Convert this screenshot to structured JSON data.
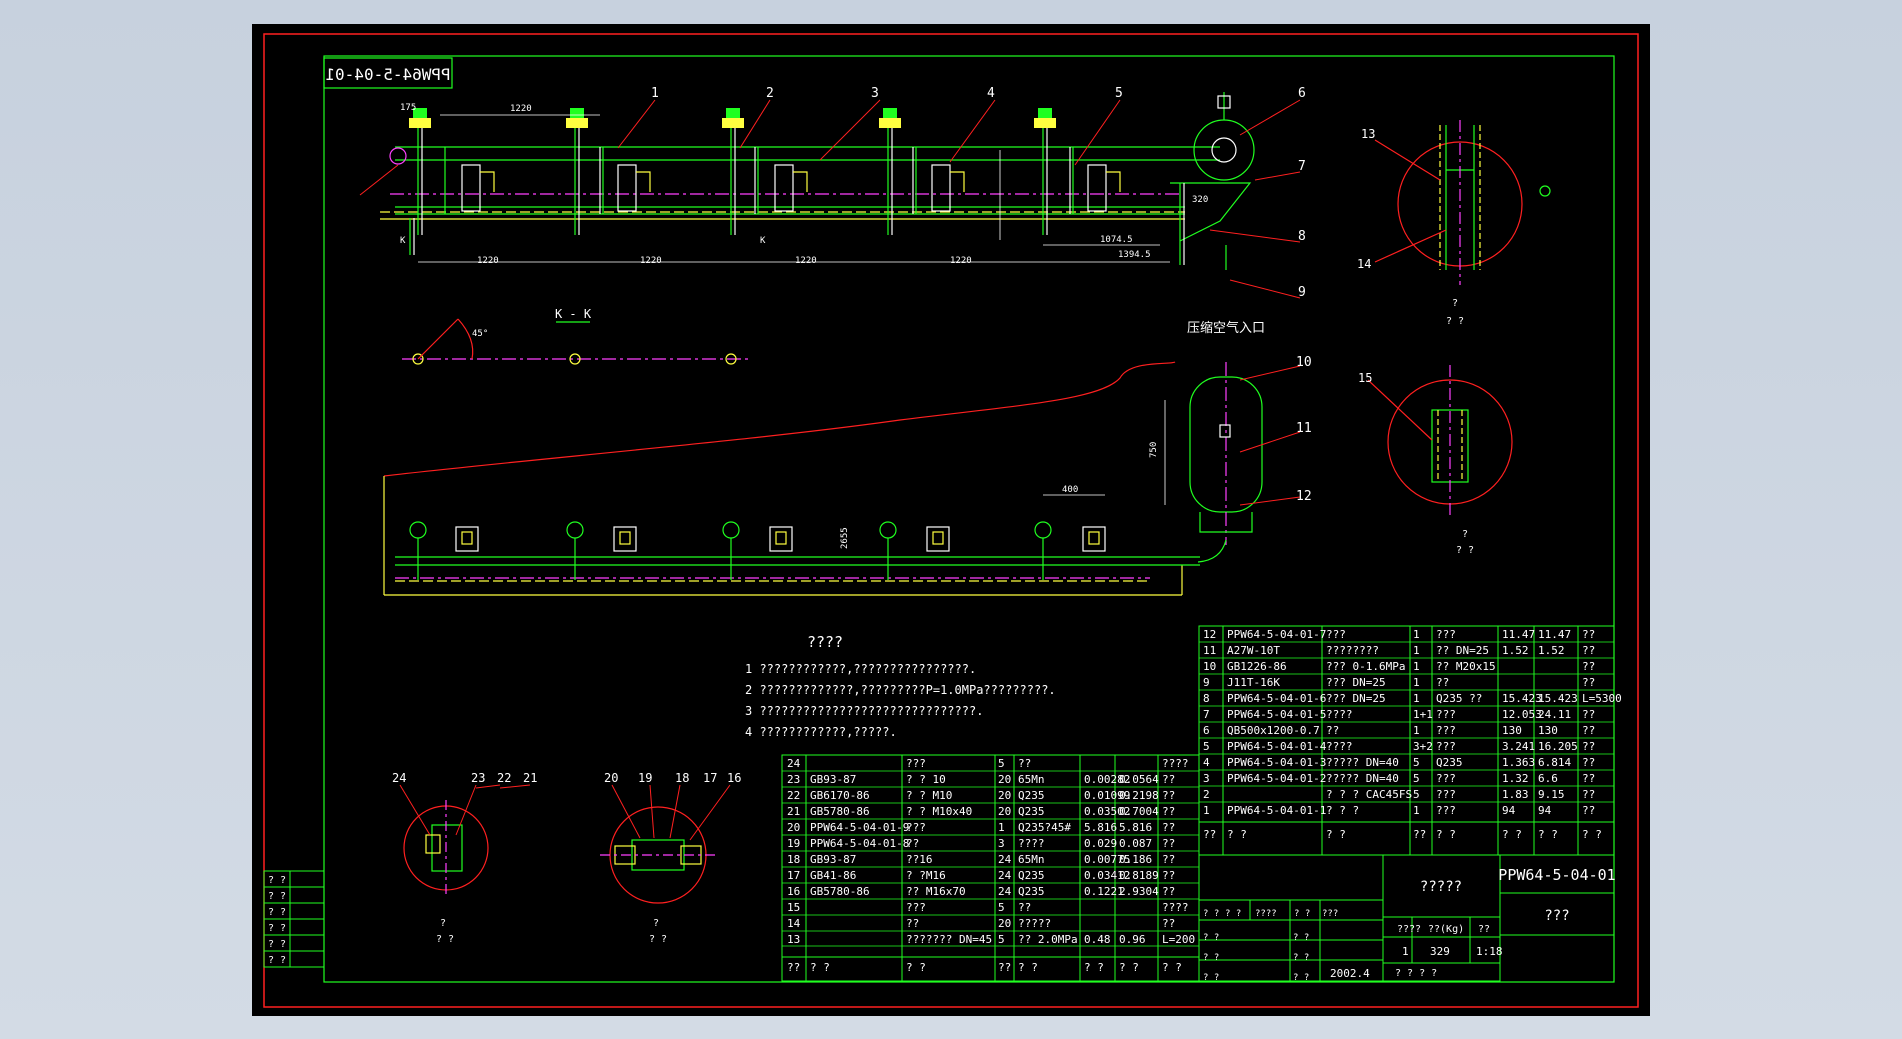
{
  "drawing": {
    "number": "PPW64-5-04-01",
    "mirrored_code": "PPW64-5-04-01"
  },
  "labels": {
    "air_inlet": "压缩空气入口",
    "section_kk": "K - K"
  },
  "notes": {
    "title": "????",
    "items": [
      "1   ????????????,????????????????.",
      "2   ?????????????,?????????P=1.0MPa?????????.",
      "3   ??????????????????????????????.",
      "4   ????????????,?????."
    ]
  },
  "bom_lower": [
    [
      "24",
      "",
      "???",
      "5",
      "??",
      "",
      "",
      "????"
    ],
    [
      "23",
      "GB93-87",
      "?  ?  10",
      "20",
      "65Mn",
      "0.00282",
      "0.0564",
      "??"
    ],
    [
      "22",
      "GB6170-86",
      "?  ?  M10",
      "20",
      "Q235",
      "0.01099",
      "0.2198",
      "??"
    ],
    [
      "21",
      "GB5780-86",
      "?  ?  M10x40",
      "20",
      "Q235",
      "0.03502",
      "0.7004",
      "??"
    ],
    [
      "20",
      "PPW64-5-04-01-9",
      "???",
      "1",
      "Q235?45#",
      "5.816",
      "5.816",
      "??"
    ],
    [
      "19",
      "PPW64-5-04-01-8",
      "??",
      "3",
      "????",
      "0.029",
      "0.087",
      "??"
    ],
    [
      "18",
      "GB93-87",
      "??16",
      "24",
      "65Mn",
      "0.00775",
      "0.186",
      "??"
    ],
    [
      "17",
      "GB41-86",
      "? ?M16",
      "24",
      "Q235",
      "0.03412",
      "0.8189",
      "??"
    ],
    [
      "16",
      "GB5780-86",
      "?? M16x70",
      "24",
      "Q235",
      "0.1221",
      "2.9304",
      "??"
    ],
    [
      "15",
      "",
      "???",
      "5",
      "??",
      "",
      "",
      "????"
    ],
    [
      "14",
      "",
      "??",
      "20",
      "?????",
      "",
      "",
      "??"
    ],
    [
      "13",
      "",
      "??????? DN=45",
      "5",
      "??  2.0MPa",
      "0.48",
      "0.96",
      "L=200"
    ]
  ],
  "bom_lower_header": [
    "??",
    "?    ?",
    "?    ?",
    "??",
    "?  ?",
    "?  ?",
    "?  ?",
    "? ?"
  ],
  "bom_upper": [
    [
      "12",
      "PPW64-5-04-01-7",
      "???",
      "1",
      "???",
      "11.47",
      "11.47",
      "??"
    ],
    [
      "11",
      "A27W-10T",
      "????????",
      "1",
      "?? DN=25",
      "1.52",
      "1.52",
      "??"
    ],
    [
      "10",
      "GB1226-86",
      "??? 0-1.6MPa",
      "1",
      "??  M20x15",
      "",
      "",
      "??"
    ],
    [
      "9",
      "J11T-16K",
      "??? DN=25",
      "1",
      "??",
      "",
      "",
      "??"
    ],
    [
      "8",
      "PPW64-5-04-01-6",
      "??? DN=25",
      "1",
      "Q235 ??",
      "15.423",
      "15.423",
      "L=5300"
    ],
    [
      "7",
      "PPW64-5-04-01-5",
      "????",
      "1+1",
      "???",
      "12.053",
      "24.11",
      "??"
    ],
    [
      "6",
      "QB500x1200-0.7",
      "??",
      "1",
      "???",
      "130",
      "130",
      "??"
    ],
    [
      "5",
      "PPW64-5-04-01-4",
      "????",
      "3+2",
      "???",
      "3.241",
      "16.205",
      "??"
    ],
    [
      "4",
      "PPW64-5-04-01-3",
      "????? DN=40",
      "5",
      "Q235",
      "1.363",
      "6.814",
      "??"
    ],
    [
      "3",
      "PPW64-5-04-01-2",
      "????? DN=40",
      "5",
      "???",
      "1.32",
      "6.6",
      "??"
    ],
    [
      "2",
      "",
      "? ? ? CAC45FS",
      "5",
      "???",
      "1.83",
      "9.15",
      "??"
    ],
    [
      "1",
      "PPW64-5-04-01-1",
      "? ? ?",
      "1",
      "???",
      "94",
      "94",
      "??"
    ]
  ],
  "bom_upper_header": [
    "??",
    "?    ?",
    "?    ?",
    "??",
    "?  ?",
    "?  ?",
    "?  ?",
    "? ?"
  ],
  "title_block": {
    "name": "?????",
    "subtitle": "???",
    "stage": "????",
    "mass_label": "??(Kg)",
    "scale_label": "??",
    "qty": "1",
    "mass": "329",
    "scale": "1:18",
    "sheet": "?  ?     ?  ?",
    "date": "2002.4"
  },
  "colors": {
    "background": "#000000",
    "outline": "#20ff20",
    "border": "#ff2020",
    "centerline": "#ff40ff",
    "hidden": "#ffff40",
    "text": "#ffffff",
    "page": "#c9d3df"
  }
}
